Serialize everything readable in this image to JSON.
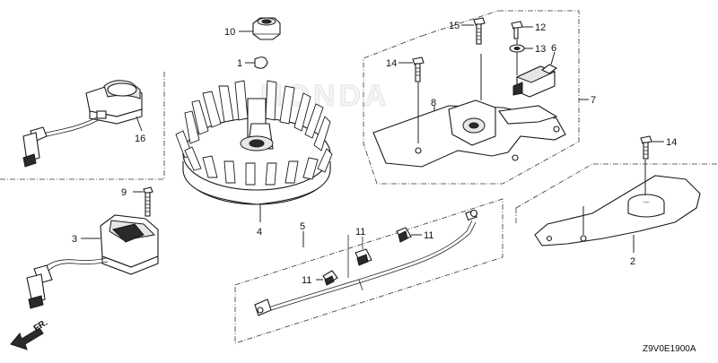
{
  "callouts": {
    "c1": "1",
    "c2": "2",
    "c3": "3",
    "c4": "4",
    "c5": "5",
    "c6": "6",
    "c7": "7",
    "c8": "8",
    "c9": "9",
    "c10": "10",
    "c11a": "11",
    "c11b": "11",
    "c11c": "11",
    "c12": "12",
    "c13": "13",
    "c14a": "14",
    "c14b": "14",
    "c15": "15",
    "c16": "16"
  },
  "direction_label": "FR.",
  "diagram_code": "Z9V0E1900A",
  "watermark": "HONDA"
}
